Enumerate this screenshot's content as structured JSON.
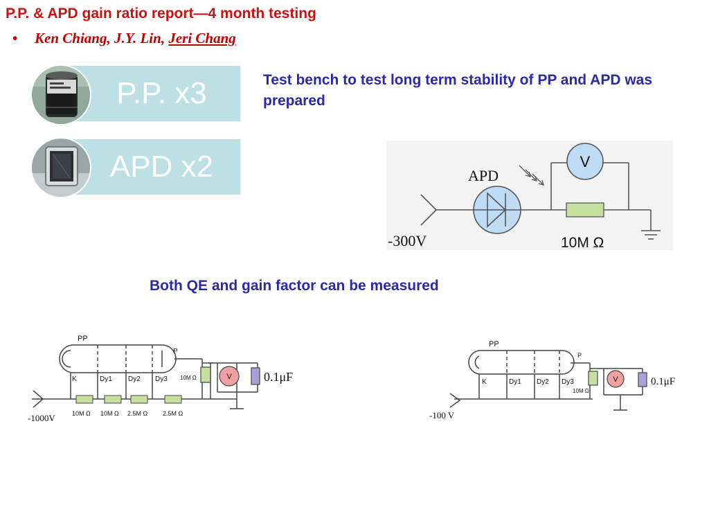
{
  "slide": {
    "title": "P.P. & APD gain ratio report—4 month testing",
    "authors_bullet": "•",
    "authors_prefix": "Ken Chiang, J.Y. Lin, ",
    "authors_underlined": "Jeri Chang"
  },
  "tiles": [
    {
      "label": "P.P. x3",
      "thumbnail": "photomultiplier-tube-photo"
    },
    {
      "label": "APD x2",
      "thumbnail": "avalanche-photodiode-photo"
    }
  ],
  "text": {
    "bench": "Test bench to test long term stability of PP and APD was prepared",
    "measured": "Both QE and gain factor can be measured"
  },
  "apd_circuit": {
    "device_label": "APD",
    "voltage": "-300V",
    "resistor": "10M Ω",
    "meter": "V"
  },
  "pp_circuit_left": {
    "tube": "PP",
    "anode": "P",
    "electrodes": [
      "K",
      "Dy1",
      "Dy2",
      "Dy3"
    ],
    "divider": [
      "10M Ω",
      "10M Ω",
      "2.5M Ω",
      "2.5M Ω"
    ],
    "load": "10M Ω",
    "meter": "V",
    "capacitor": "0.1μF",
    "voltage": "-1000V"
  },
  "pp_circuit_right": {
    "tube": "PP",
    "anode": "P",
    "electrodes": [
      "K",
      "Dy1",
      "Dy2",
      "Dy3"
    ],
    "load": "10M Ω",
    "meter": "V",
    "capacitor": "0.1μF",
    "voltage": "-100 V"
  },
  "colors": {
    "title": "#cc1111",
    "authors": "#c00000",
    "tile": "#bce0e4",
    "blue_text": "#2a2aa8",
    "meter_fill": "#c0dcf4",
    "resistor_fill": "#c6e0a0",
    "capacitor_fill": "#a9a2d8"
  }
}
